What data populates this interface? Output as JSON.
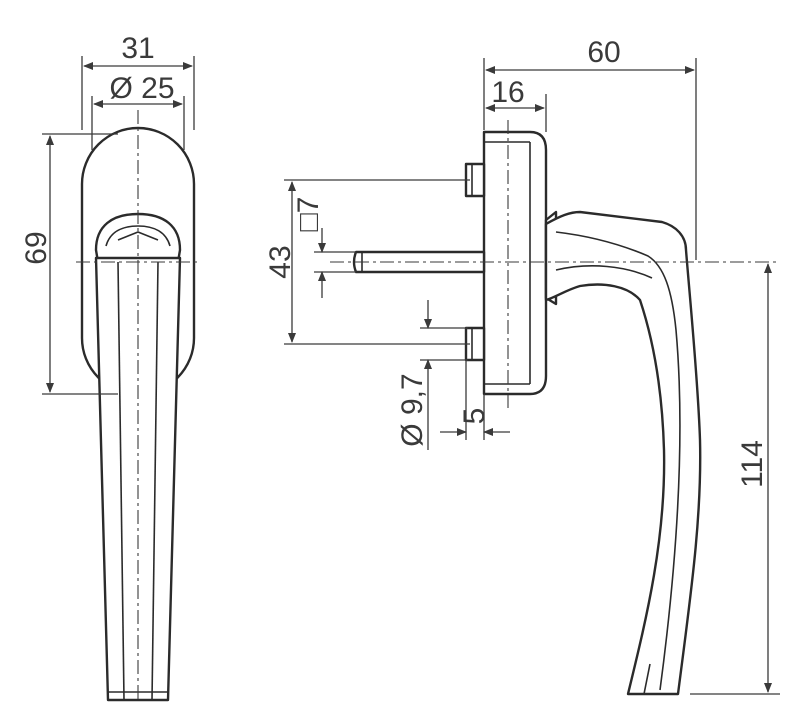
{
  "front_view": {
    "width_label": "31",
    "rosette_diameter_label": "Ø 25",
    "rosette_height_label": "69"
  },
  "side_view": {
    "overall_depth_label": "60",
    "rosette_depth_label": "16",
    "screw_spacing_label": "43",
    "spindle_square_label": "□7",
    "screw_hole_label": "Ø 9,7",
    "screw_dim_label": "5",
    "handle_length_label": "114"
  }
}
